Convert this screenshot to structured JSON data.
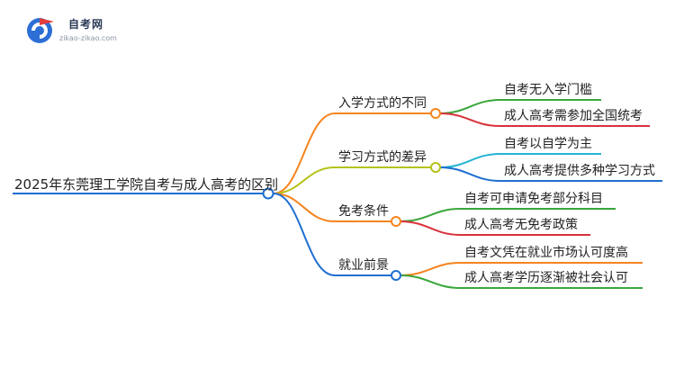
{
  "logo": {
    "title": "自考网",
    "subtitle": "zikao-zikao.com"
  },
  "root": {
    "label": "2025年东莞理工学院自考与成人高考的区别"
  },
  "branches": [
    {
      "label": "入学方式的不同",
      "color": "#f5841f",
      "leaves": [
        {
          "label": "自考无入学门槛",
          "color": "#3aa63a"
        },
        {
          "label": "成人高考需参加全国统考",
          "color": "#d9323b"
        }
      ]
    },
    {
      "label": "学习方式的差异",
      "color": "#b5c21a",
      "leaves": [
        {
          "label": "自考以自学为主",
          "color": "#22b4d4"
        },
        {
          "label": "成人高考提供多种学习方式",
          "color": "#1f6fd1"
        }
      ]
    },
    {
      "label": "免考条件",
      "color": "#f5841f",
      "leaves": [
        {
          "label": "自考可申请免考部分科目",
          "color": "#3aa63a"
        },
        {
          "label": "成人高考无免考政策",
          "color": "#d9323b"
        }
      ]
    },
    {
      "label": "就业前景",
      "color": "#1f6fd1",
      "leaves": [
        {
          "label": "自考文凭在就业市场认可度高",
          "color": "#f5841f"
        },
        {
          "label": "成人高考学历逐渐被社会认可",
          "color": "#3aa63a"
        }
      ]
    }
  ]
}
